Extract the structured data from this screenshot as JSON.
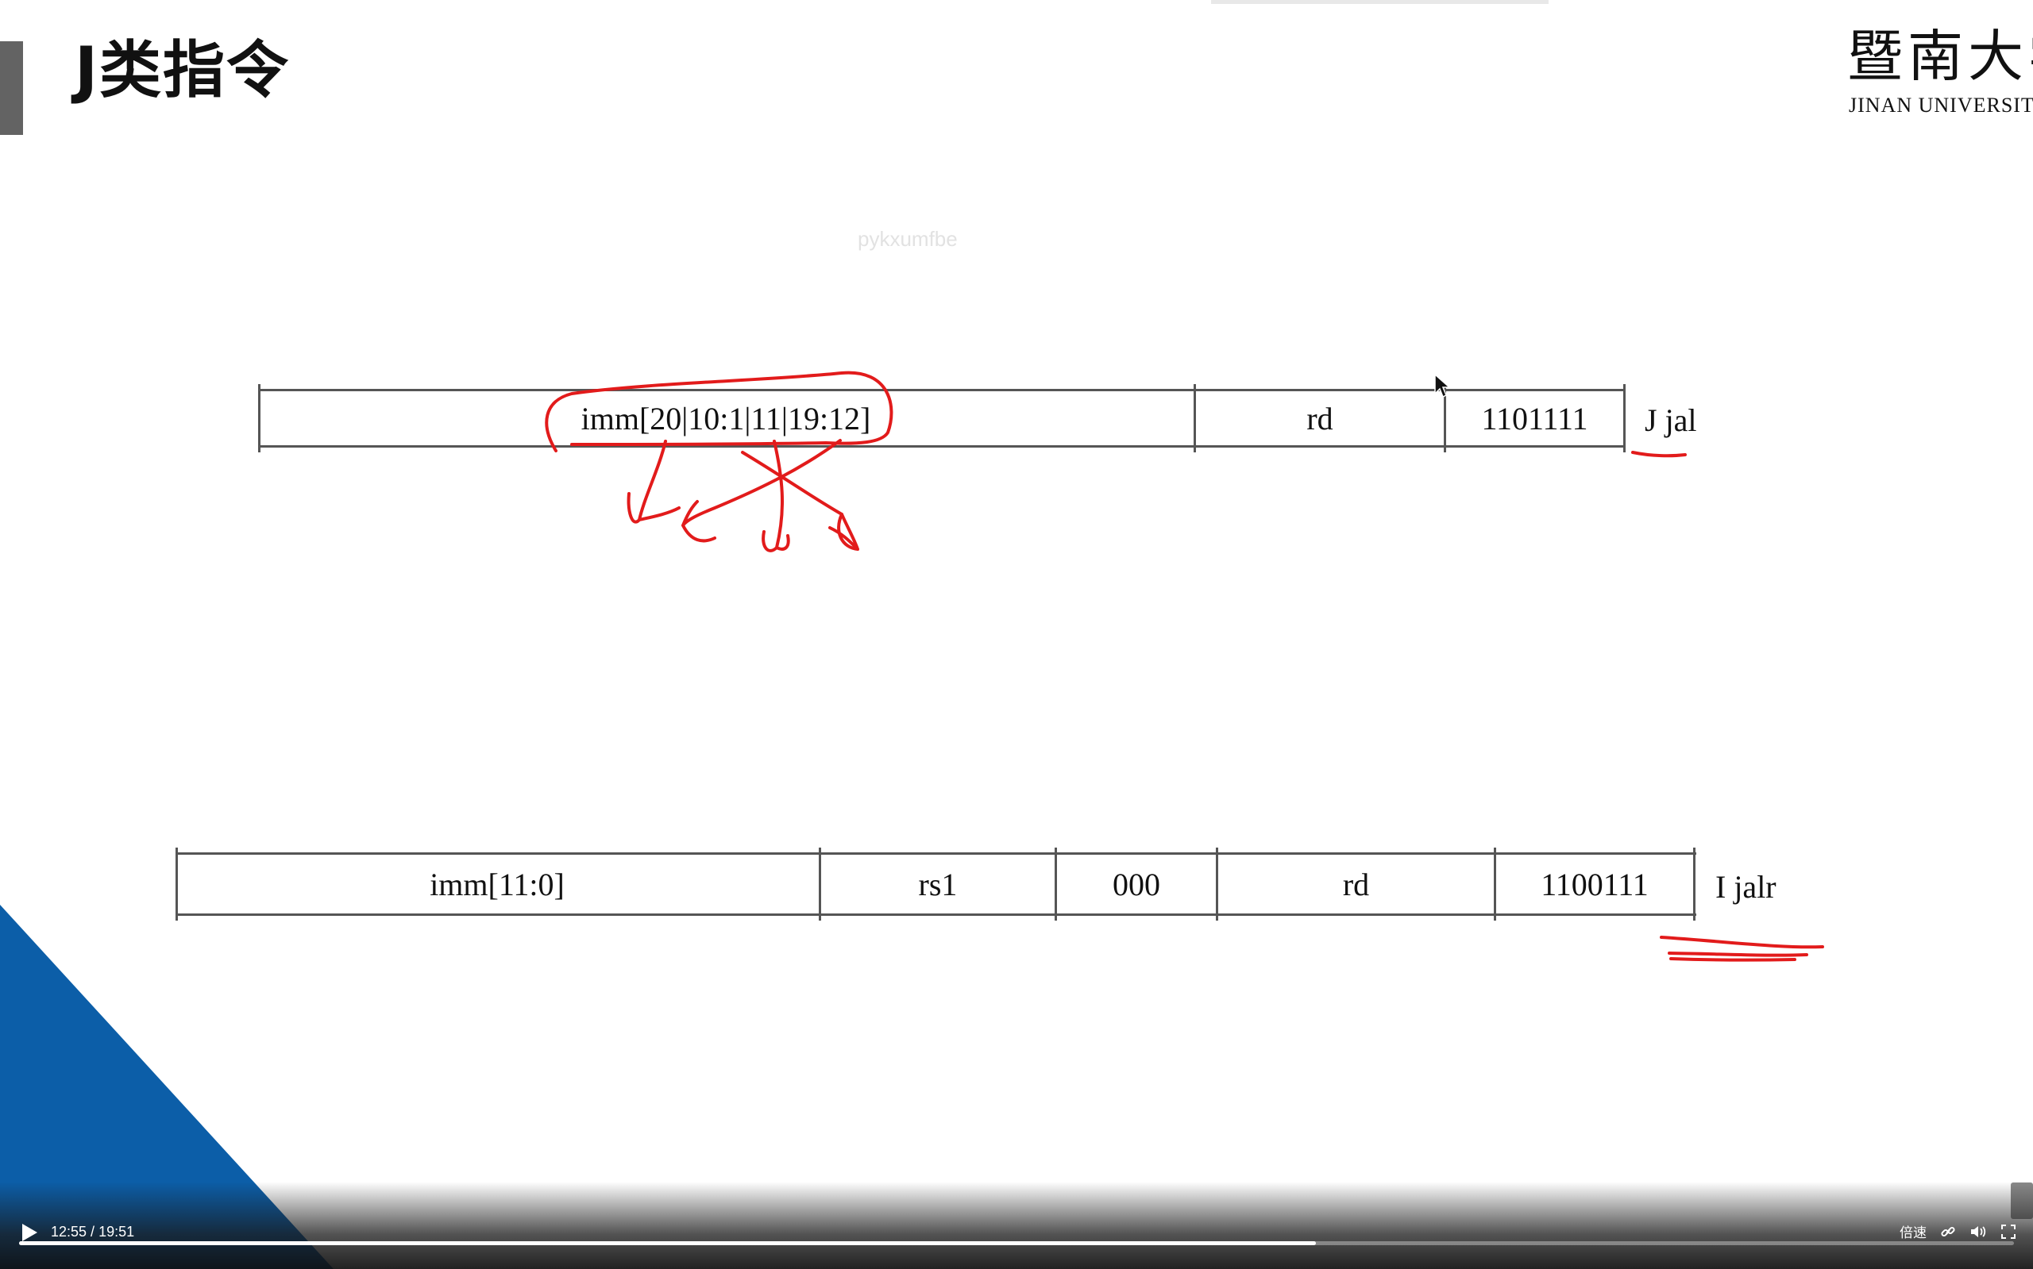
{
  "slide": {
    "title": "J类指令",
    "logo_cn": "暨南大学",
    "logo_en": "JINAN UNIVERSITY",
    "watermark": "pykxumfbe"
  },
  "jal_format": {
    "fields": [
      "imm[20|10:1|11|19:12]",
      "rd",
      "1101111"
    ],
    "label": "J jal"
  },
  "jalr_format": {
    "fields": [
      "imm[11:0]",
      "rs1",
      "000",
      "rd",
      "1100111"
    ],
    "label": "I jalr"
  },
  "colors": {
    "annotation": "#e21b1b",
    "table_line": "#555555",
    "corner_blue": "#0c5ea8",
    "title_bar": "#636363"
  },
  "player": {
    "current_time": "12:55",
    "separator": " / ",
    "duration": "19:51",
    "progress": 0.65,
    "speed_label": "倍速",
    "icons": [
      "play-icon",
      "link-icon",
      "volume-icon",
      "fullscreen-icon"
    ]
  }
}
